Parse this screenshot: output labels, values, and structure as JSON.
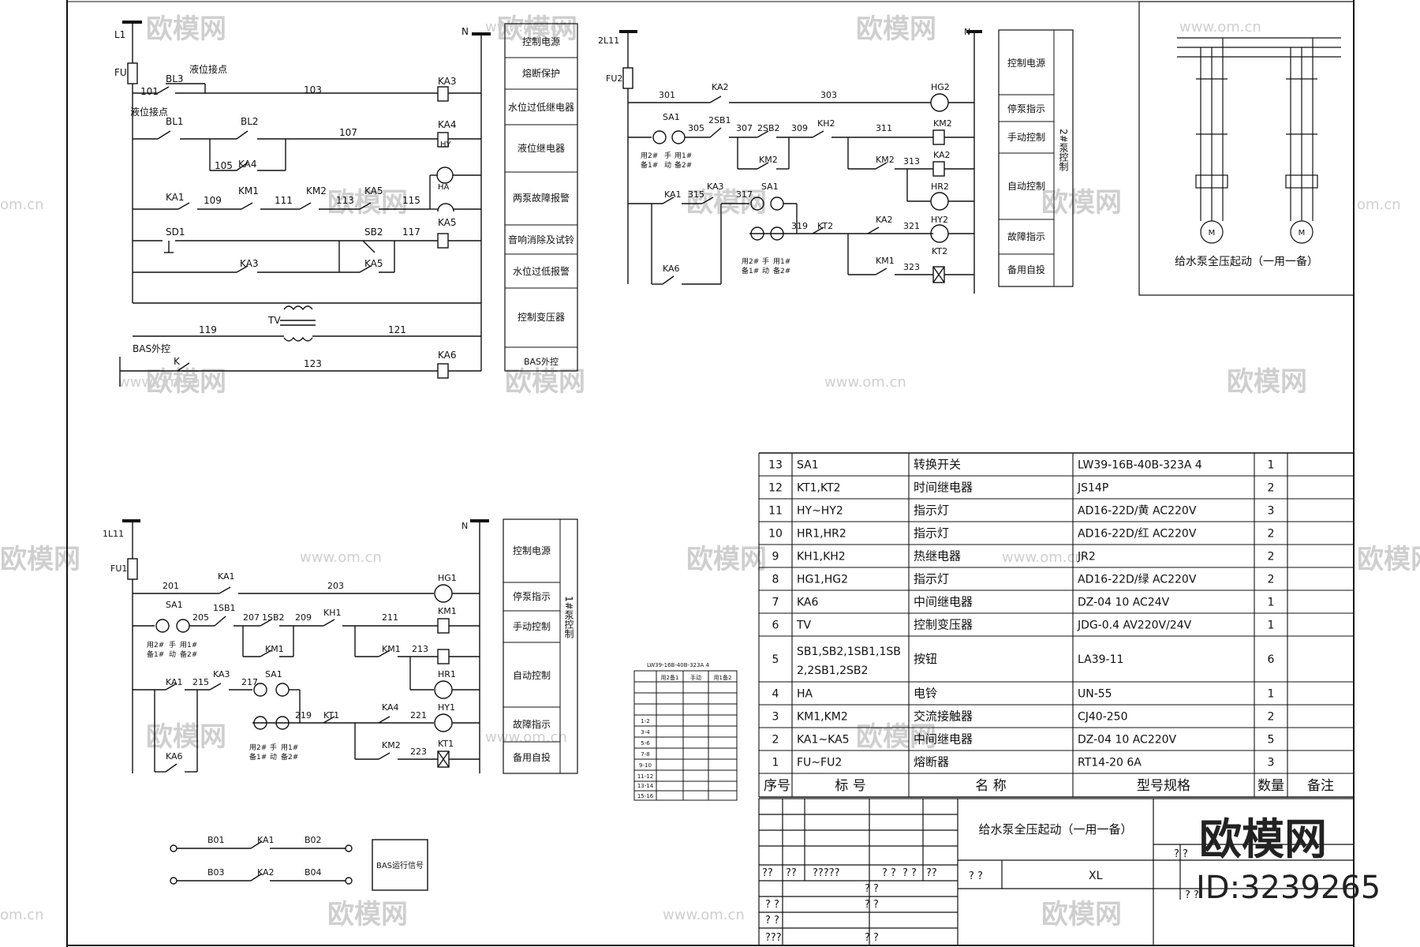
{
  "watermark": {
    "brand": "欧模网",
    "site": "www.om.cn",
    "site_short": "om.cn",
    "id": "ID:3239265"
  },
  "circuit_top_left": {
    "L1": "L1",
    "N": "N",
    "FU": "FU",
    "liquid_contact_1": "液位接点",
    "liquid_contact_2": "液位接点",
    "BL3": "BL3",
    "BL1": "BL1",
    "BL2": "BL2",
    "w101": "101",
    "w103": "103",
    "w105": "105",
    "w107": "107",
    "w109": "109",
    "w111": "111",
    "w113": "113",
    "w115": "115",
    "w117": "117",
    "w119": "119",
    "w121": "121",
    "w123": "123",
    "KA3_coil": "KA3",
    "KA4_coil": "KA4",
    "HY": "HY",
    "HA": "HA",
    "KA5_coil": "KA5",
    "KA6_coil": "KA6",
    "KA4_c": "KA4",
    "KA1_c": "KA1",
    "KM1_c": "KM1",
    "KM2_c": "KM2",
    "KA5_c": "KA5",
    "SD1": "SD1",
    "SB2": "SB2",
    "KA5_c2": "KA5",
    "KA3_c": "KA3",
    "TV": "TV",
    "BAS_ext": "BAS外控",
    "K": "K",
    "labels": [
      "控制电源",
      "熔断保护",
      "水位过低继电器",
      "液位继电器",
      "两泵故障报警",
      "音响消除及试铃",
      "水位过低报警",
      "控制变压器",
      "BAS外控"
    ]
  },
  "circuit_top_right": {
    "L": "2L11",
    "N": "N",
    "FU": "FU2",
    "w301": "301",
    "w303": "303",
    "w305": "305",
    "w307": "307",
    "w309": "309",
    "w311": "311",
    "w313": "313",
    "w315": "315",
    "w317": "317",
    "w319": "319",
    "w321": "321",
    "w323": "323",
    "KA2": "KA2",
    "SA1": "SA1",
    "SA1b": "SA1",
    "SB1": "2SB1",
    "SB2": "2SB2",
    "KH2": "KH2",
    "KM2a": "KM2",
    "KM2b": "KM2",
    "KM2c": "KM2",
    "KA1": "KA1",
    "KA3": "KA3",
    "KT2": "KT2",
    "KA2b": "KA2",
    "KM1": "KM1",
    "KA6": "KA6",
    "HG2": "HG2",
    "KA2coil": "KA2",
    "HR2": "HR2",
    "HY2": "HY2",
    "KT2coil": "KT2",
    "pos": [
      "用2#",
      "手",
      "用1#"
    ],
    "pos2": [
      "备1#",
      "动",
      "备2#"
    ],
    "labels": [
      "控制电源",
      "停泵指示",
      "手动控制",
      "自动控制",
      "故障指示",
      "备用自投"
    ],
    "side": "2#泵控制"
  },
  "motor_panel": {
    "title": "给水泵全压起动（一用一备）"
  },
  "circuit_bottom_left": {
    "L": "1L11",
    "N": "N",
    "FU": "FU1",
    "w201": "201",
    "w203": "203",
    "w205": "205",
    "w207": "207",
    "w209": "209",
    "w211": "211",
    "w213": "213",
    "w215": "215",
    "w217": "217",
    "w219": "219",
    "w221": "221",
    "w223": "223",
    "KA1": "KA1",
    "SA1": "SA1",
    "SA1b": "SA1",
    "SB1": "1SB1",
    "SB2": "1SB2",
    "KH1": "KH1",
    "KM1a": "KM1",
    "KM1b": "KM1",
    "KA1b": "KA1",
    "KA3": "KA3",
    "KT1": "KT1",
    "KA4": "KA4",
    "KM2": "KM2",
    "KA6": "KA6",
    "HG1": "HG1",
    "KM1coil": "KM1",
    "HR1": "HR1",
    "HY1": "HY1",
    "KT1coil": "KT1",
    "pos": [
      "用2#",
      "手",
      "用1#"
    ],
    "pos2": [
      "备1#",
      "动",
      "备2#"
    ],
    "labels": [
      "控制电源",
      "停泵指示",
      "手动控制",
      "自动控制",
      "故障指示",
      "备用自投"
    ],
    "side": "1#泵控制"
  },
  "bas_signal": {
    "B01": "B01",
    "B02": "B02",
    "B03": "B03",
    "B04": "B04",
    "KA1": "KA1",
    "KA2": "KA2",
    "box": "BAS运行信号"
  },
  "bom_table": {
    "rows": [
      {
        "no": "13",
        "tag": "SA1",
        "name": "转换开关",
        "model": "LW39-16B-40B-323A 4",
        "qty": "1",
        "note": ""
      },
      {
        "no": "12",
        "tag": "KT1,KT2",
        "name": "时间继电器",
        "model": "JS14P",
        "qty": "2",
        "note": ""
      },
      {
        "no": "11",
        "tag": "HY~HY2",
        "name": "指示灯",
        "model": "AD16-22D/黄 AC220V",
        "qty": "3",
        "note": ""
      },
      {
        "no": "10",
        "tag": "HR1,HR2",
        "name": "指示灯",
        "model": "AD16-22D/红 AC220V",
        "qty": "2",
        "note": ""
      },
      {
        "no": "9",
        "tag": "KH1,KH2",
        "name": "热继电器",
        "model": "JR2",
        "qty": "2",
        "note": ""
      },
      {
        "no": "8",
        "tag": "HG1,HG2",
        "name": "指示灯",
        "model": "AD16-22D/绿 AC220V",
        "qty": "2",
        "note": ""
      },
      {
        "no": "7",
        "tag": "KA6",
        "name": "中间继电器",
        "model": "DZ-04 10 AC24V",
        "qty": "1",
        "note": ""
      },
      {
        "no": "6",
        "tag": "TV",
        "name": "控制变压器",
        "model": "JDG-0.4 AV220V/24V",
        "qty": "1",
        "note": ""
      },
      {
        "no": "5",
        "tag": "SB1,SB2,1SB1,1SB",
        "tag2": "2,2SB1,2SB2",
        "name": "按钮",
        "model": "LA39-11",
        "qty": "6",
        "note": ""
      },
      {
        "no": "4",
        "tag": "HA",
        "name": "电铃",
        "model": "UN-55",
        "qty": "1",
        "note": ""
      },
      {
        "no": "3",
        "tag": "KM1,KM2",
        "name": "交流接触器",
        "model": "CJ40-250",
        "qty": "2",
        "note": ""
      },
      {
        "no": "2",
        "tag": "KA1~KA5",
        "name": "中间继电器",
        "model": "DZ-04 10 AC220V",
        "qty": "5",
        "note": ""
      },
      {
        "no": "1",
        "tag": "FU~FU2",
        "name": "熔断器",
        "model": "RT14-20 6A",
        "qty": "3",
        "note": ""
      }
    ],
    "header": {
      "no": "序号",
      "tag": "标  号",
      "name": "名  称",
      "model": "型号规格",
      "qty": "数量",
      "note": "备注"
    }
  },
  "title_block": {
    "title": "给水泵全压起动（一用一备）",
    "code": "XL",
    "q1": "??",
    "q2": "??",
    "q3": "?????",
    "q4": "? ?",
    "q5": "? ?",
    "q6": "??",
    "q7": "?  ?",
    "q8": "? ?",
    "q9": "?  ?",
    "q10": "???",
    "q11": "? ?"
  },
  "switch_table": {
    "title": "LW39-16B-40B-323A 4",
    "cols": [
      "用2备1",
      "手动",
      "用1备2"
    ],
    "rows": [
      "1-2",
      "3-4",
      "5-6",
      "7-8",
      "9-10",
      "11-12",
      "13-14",
      "15-16"
    ]
  }
}
